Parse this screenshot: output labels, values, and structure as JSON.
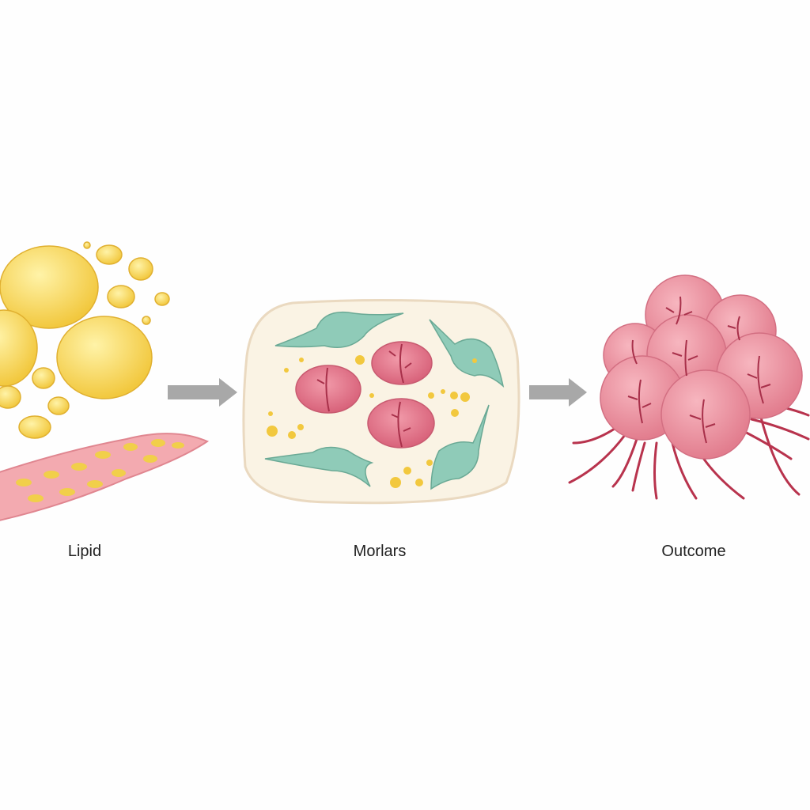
{
  "stages": [
    {
      "label": "Lipid"
    },
    {
      "label": "Morlars"
    },
    {
      "label": "Outcome"
    }
  ],
  "colors": {
    "lipid_yellow": "#f7d75a",
    "vessel_pink": "#f0a3a8",
    "tissue_bg": "#faf3e4",
    "cell_teal": "#8fcbb8",
    "cell_red": "#e07a8c",
    "cluster_pink": "#ea8f9b",
    "vein_red": "#b8334d",
    "arrow_gray": "#a8a8a8"
  }
}
